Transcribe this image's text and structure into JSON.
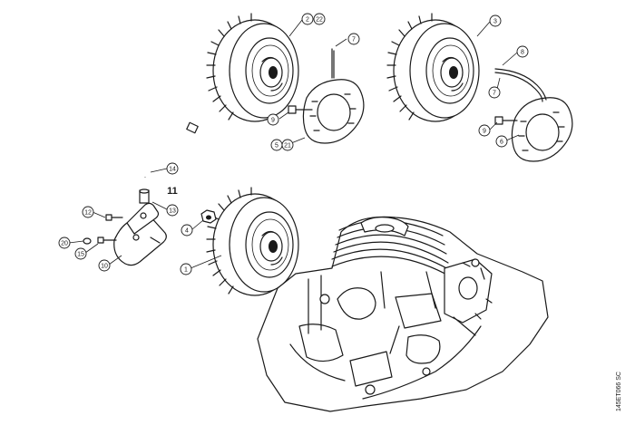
{
  "callouts": {
    "c2_22": "2",
    "c2_22b": "22",
    "c7a": "7",
    "c9a": "9",
    "c5_21": "5",
    "c5_21b": "21",
    "c3": "3",
    "c8": "8",
    "c7b": "7",
    "c9b": "9",
    "c6": "6",
    "c14": "14",
    "c11": "11",
    "c13": "13",
    "c12": "12",
    "c4": "4",
    "c20": "20",
    "c15": "15",
    "c10": "10",
    "c1": "1"
  },
  "drawing_code": "145ET066 SC"
}
